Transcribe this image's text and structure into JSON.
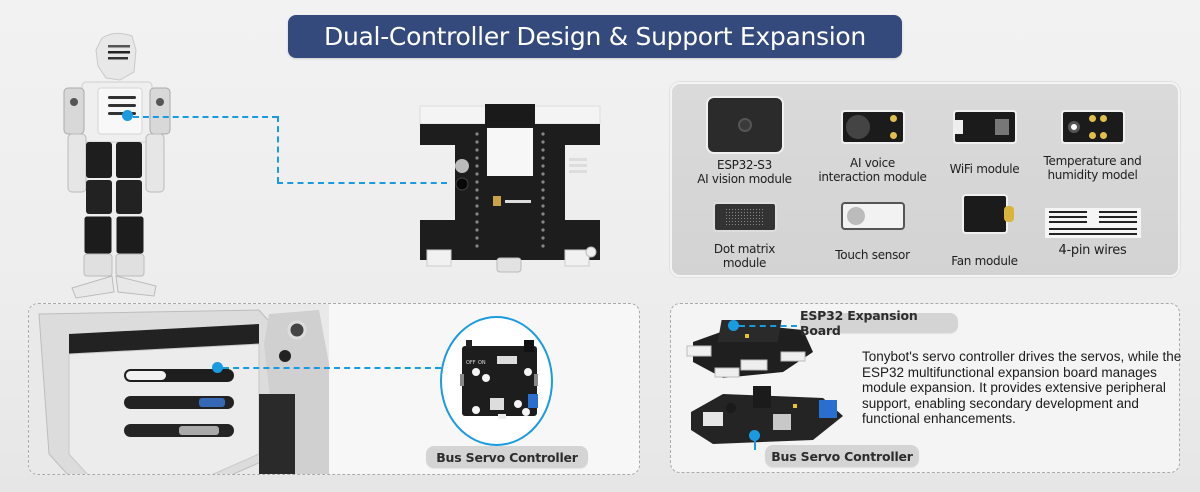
{
  "title": "Dual-Controller Design & Support Expansion",
  "colors": {
    "banner": "#344a7d",
    "connector": "#1a9be0",
    "pill": "#d4d4d4"
  },
  "modules": [
    {
      "label": "ESP32-S3\nAI vision module",
      "icon": "camera-module-icon"
    },
    {
      "label": "AI voice\ninteraction module",
      "icon": "speaker-module-icon"
    },
    {
      "label": "WiFi module",
      "icon": "wifi-module-icon"
    },
    {
      "label": "Temperature and\nhumidity model",
      "icon": "temperature-sensor-icon"
    },
    {
      "label": "Dot matrix\nmodule",
      "icon": "dot-matrix-icon"
    },
    {
      "label": "Touch sensor",
      "icon": "touch-sensor-icon"
    },
    {
      "label": "Fan module",
      "icon": "fan-module-icon"
    },
    {
      "label": "4-pin wires",
      "icon": "wires-icon"
    }
  ],
  "servo_panel": {
    "callout_label": "Bus Servo Controller",
    "board_silkscreen": {
      "off": "OFF",
      "on": "ON"
    }
  },
  "expansion_panel": {
    "top_label": "ESP32 Expansion Board",
    "bottom_label": "Bus Servo Controller",
    "description": "Tonybot's servo controller drives the servos, while the ESP32 multifunctional expansion board manages module expansion. It provides extensive peripheral support, enabling secondary development and functional enhancements."
  }
}
